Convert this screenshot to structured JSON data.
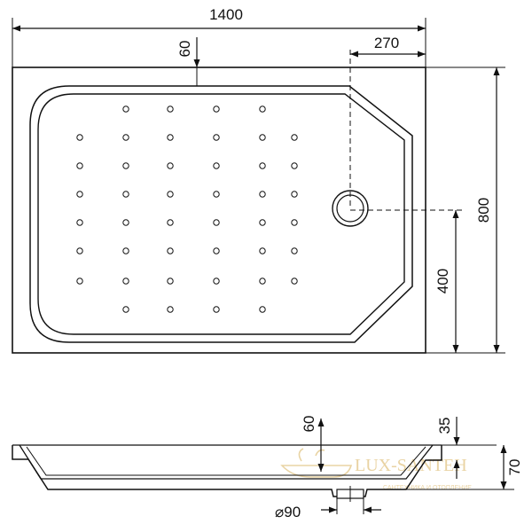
{
  "dimensions": {
    "overall_width": "1400",
    "overall_depth": "800",
    "inner_offset": "60",
    "drain_offset_x": "270",
    "drain_offset_y": "400",
    "inner_depth": "60",
    "rim_height": "35",
    "total_height": "70",
    "drain_diameter": "⌀90"
  },
  "watermark": {
    "brand": "LUX-SANTEH",
    "tagline": "САНТЕХНИКА И ОТОПЛЕНИЕ"
  }
}
